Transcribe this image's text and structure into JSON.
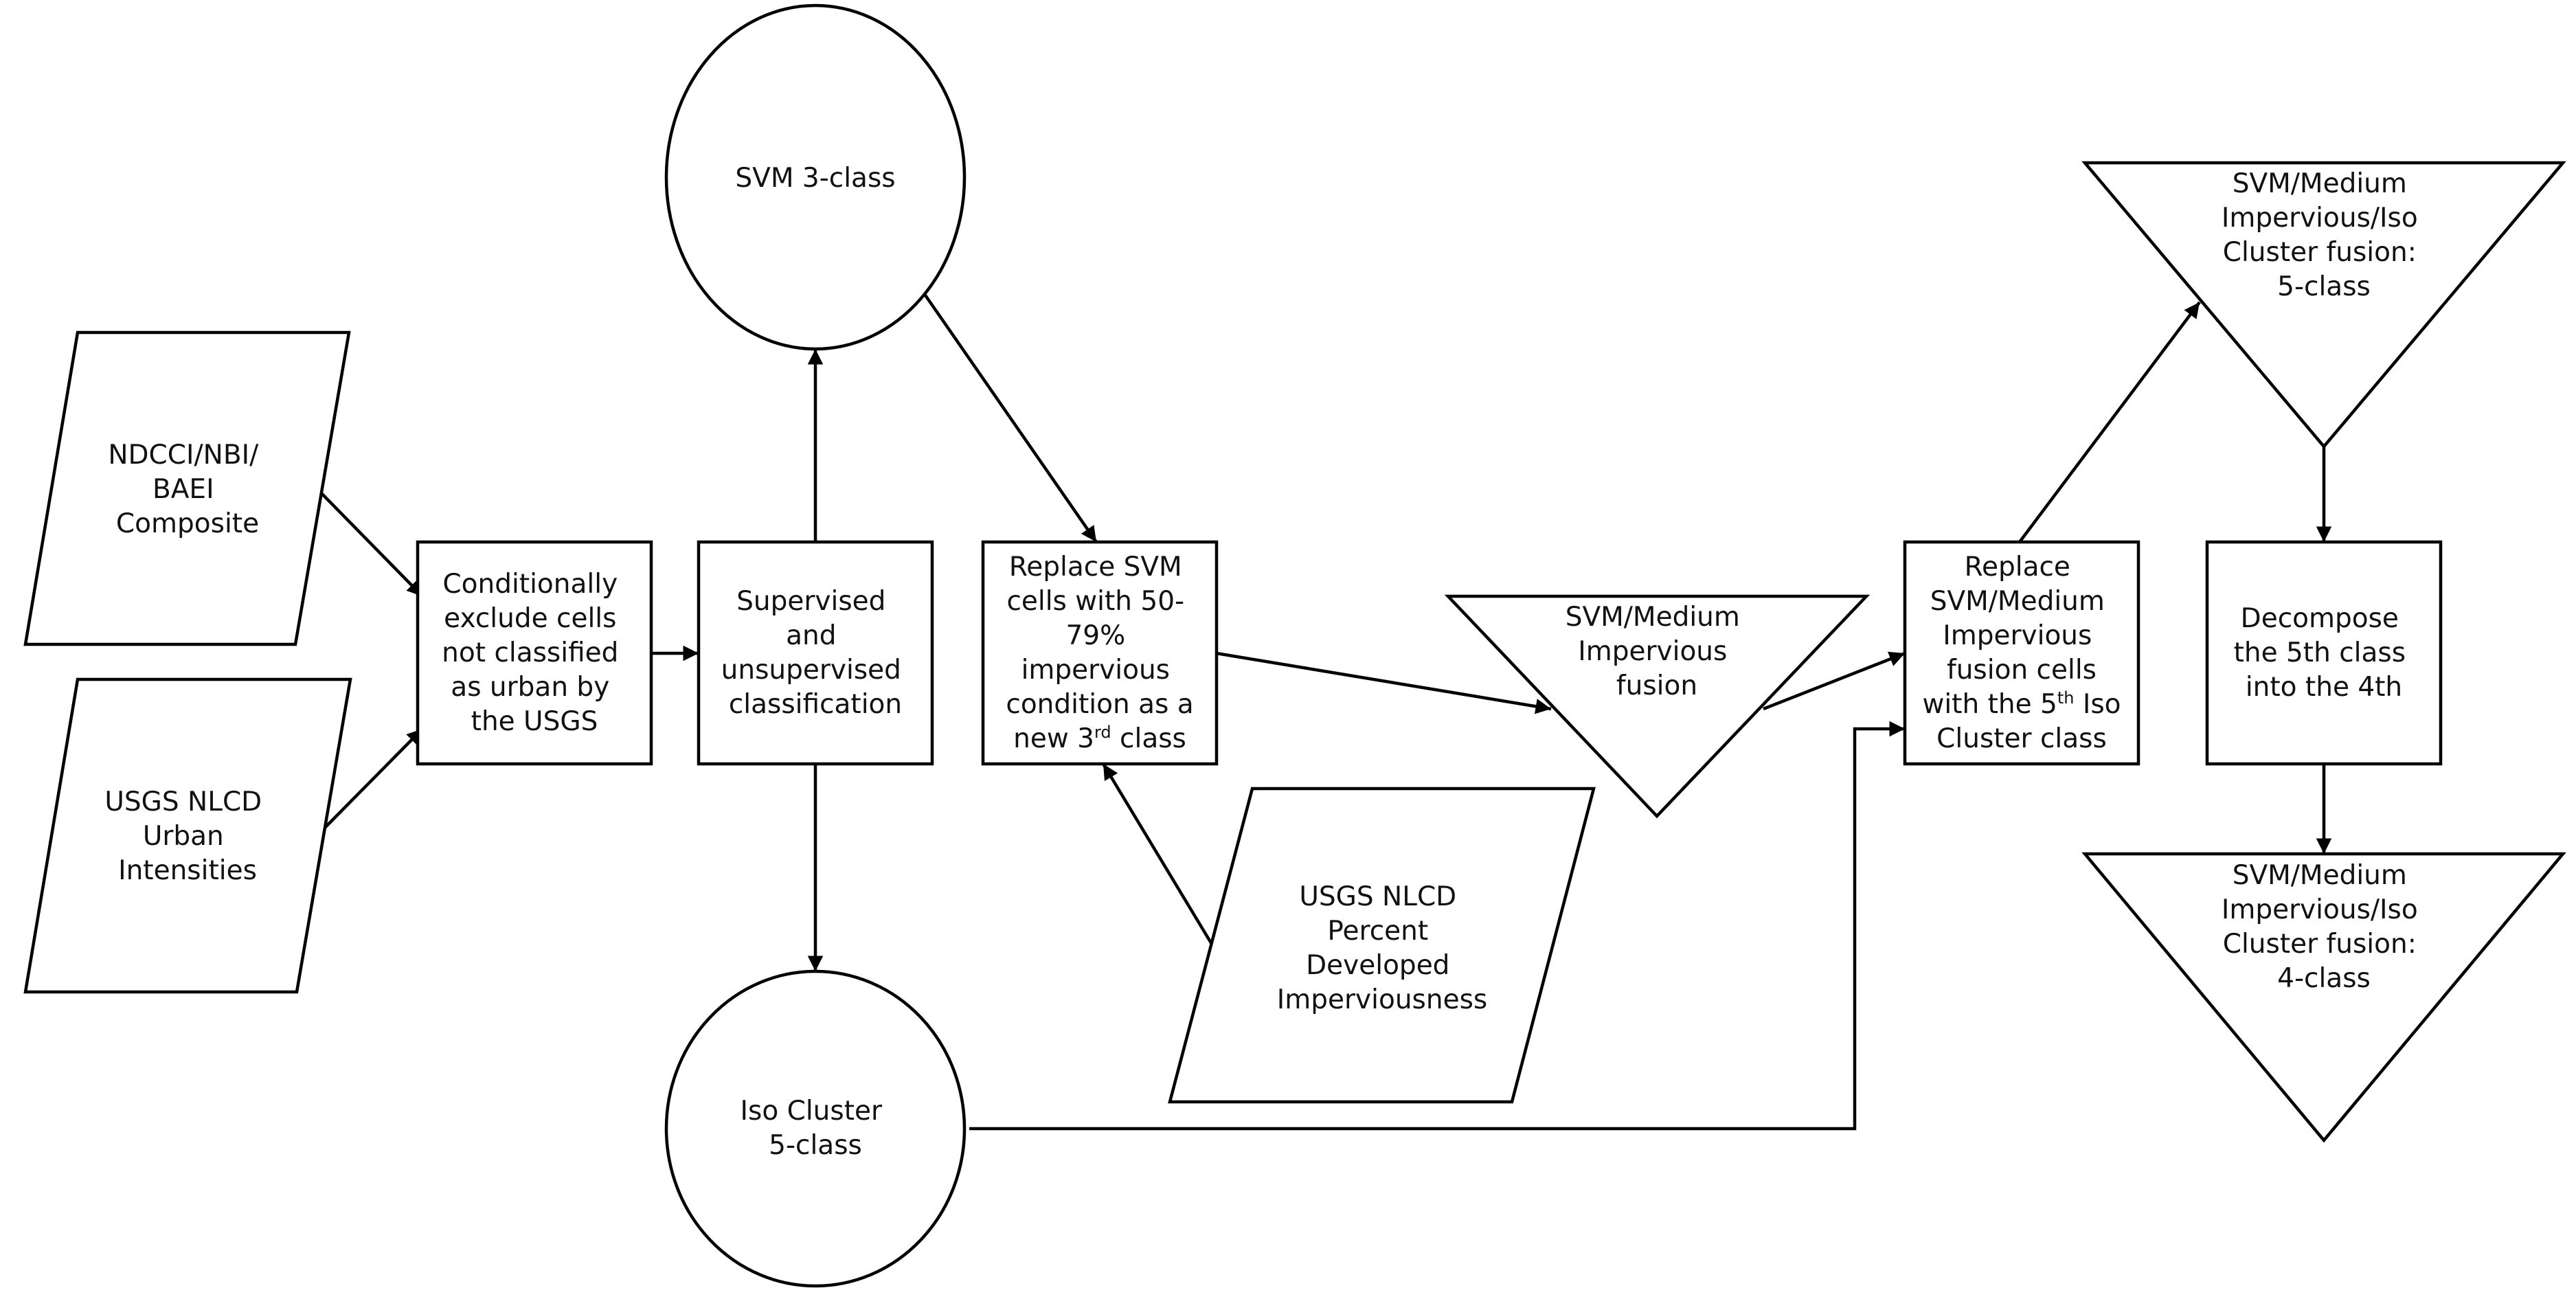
{
  "nodes": {
    "ndcci_composite": {
      "lines": [
        "NDCCI/NBI/",
        "BAEI",
        "Composite"
      ]
    },
    "usgs_urban_intensities": {
      "lines": [
        "USGS NLCD",
        "Urban",
        "Intensities"
      ]
    },
    "conditionally_exclude": {
      "lines": [
        "Conditionally",
        "exclude cells",
        "not classified",
        "as urban by",
        "the USGS"
      ]
    },
    "supervised_unsupervised": {
      "lines": [
        "Supervised",
        "and",
        "unsupervised",
        "classification"
      ]
    },
    "svm_3class": {
      "lines": [
        "SVM 3-class"
      ]
    },
    "iso_cluster_5class": {
      "lines": [
        "Iso Cluster",
        "5-class"
      ]
    },
    "replace_svm_cells": {
      "lines": [
        "Replace SVM",
        "cells with 50-",
        "79%",
        "impervious",
        "condition as a"
      ],
      "last_line_prefix": "new 3",
      "last_line_sup": "rd",
      "last_line_suffix": " class"
    },
    "usgs_percent_developed": {
      "lines": [
        "USGS NLCD",
        "Percent",
        "Developed",
        "Imperviousness"
      ]
    },
    "svm_medium_fusion": {
      "lines": [
        "SVM/Medium",
        "Impervious",
        "fusion"
      ]
    },
    "replace_fusion_cells": {
      "lines": [
        "Replace",
        "SVM/Medium",
        "Impervious",
        "fusion cells"
      ],
      "sup_line_prefix": "with the 5",
      "sup_line_sup": "th",
      "sup_line_suffix": " Iso",
      "last_line": "Cluster class"
    },
    "fusion_5class": {
      "lines": [
        "SVM/Medium",
        "Impervious/Iso",
        "Cluster fusion:",
        "5-class"
      ]
    },
    "decompose": {
      "lines": [
        "Decompose",
        "the 5th class",
        "into the 4th"
      ]
    },
    "fusion_4class": {
      "lines": [
        "SVM/Medium",
        "Impervious/Iso",
        "Cluster fusion:",
        "4-class"
      ]
    }
  },
  "colors": {
    "stroke": "#000000",
    "fill": "#ffffff",
    "text": "#111111"
  }
}
